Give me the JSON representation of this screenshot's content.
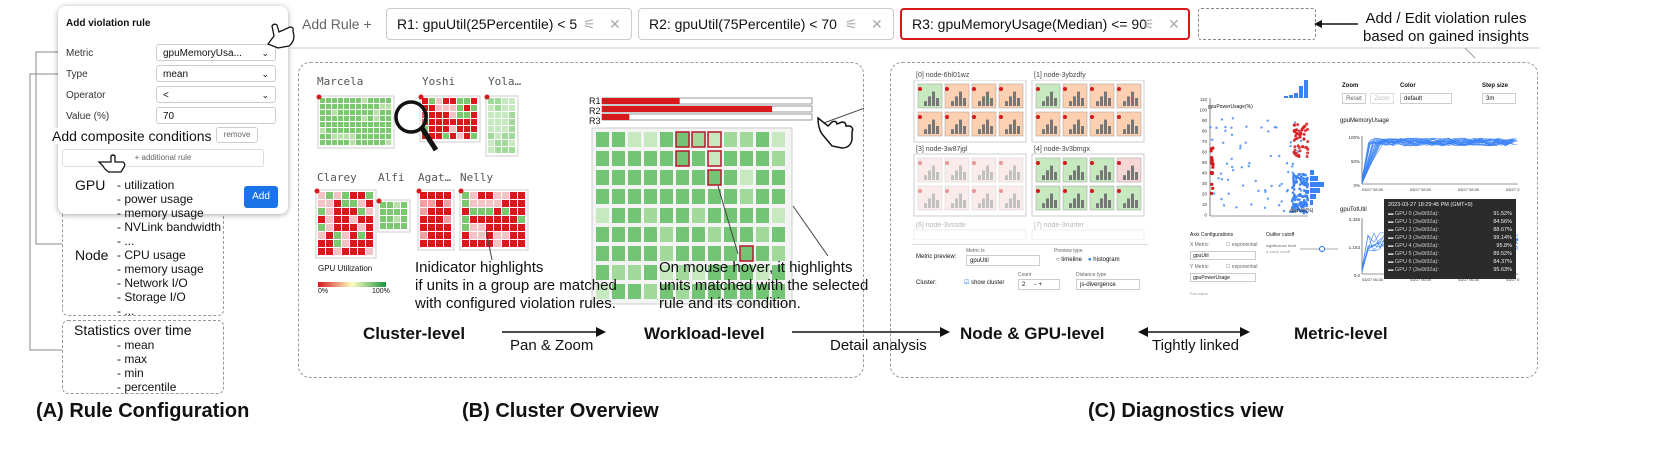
{
  "rule_dialog": {
    "title": "Add violation rule",
    "metric_label": "Metric",
    "metric_value": "gpuMemoryUsa...",
    "type_label": "Type",
    "type_value": "mean",
    "operator_label": "Operator",
    "operator_value": "<",
    "value_label": "Value (%)",
    "value_value": "70",
    "remove_label": "remove",
    "additional_rule": "+ additional rule",
    "add_button": "Add"
  },
  "composite_label": "Add composite conditions",
  "gpu_box": {
    "title": "GPU",
    "items": [
      "- utilization",
      "- power usage",
      "- memory usage",
      "- NVLink bandwidth",
      "- ..."
    ]
  },
  "node_box": {
    "title": "Node",
    "items": [
      "- CPU usage",
      "- memory usage",
      "- Network I/O",
      "- Storage I/O",
      "- ..."
    ]
  },
  "stats_box": {
    "title": "Statistics over time",
    "items": [
      "- mean",
      "- max",
      "- min",
      "- percentile"
    ]
  },
  "section_a": "(A) Rule Configuration",
  "section_b": "(B) Cluster Overview",
  "section_c": "(C) Diagnostics view",
  "toolbar": {
    "add_rule": "Add Rule +",
    "rules": [
      "R1: gpuUtil(25Percentile) < 5",
      "R2: gpuUtil(75Percentile) < 70",
      "R3: gpuMemoryUsage(Median) <= 90"
    ]
  },
  "annotation_add_edit": "Add / Edit violation rules based on gained insights",
  "cluster": {
    "groups": [
      "Marcela",
      "Yoshi",
      "Yola…",
      "Clarey",
      "Alfi",
      "Agat…",
      "Nelly"
    ],
    "legend_title": "GPU Utilization",
    "legend_min": "0%",
    "legend_max": "100%"
  },
  "workload": {
    "bars": [
      "R1",
      "R2",
      "R3"
    ],
    "bar_fill": [
      0.37,
      0.81,
      0.13
    ]
  },
  "note_indicator": [
    "Inidicator highlights",
    "if units in a group are matched",
    "with configured violation rules."
  ],
  "note_hover": [
    "On mouse hover, it highlights",
    "units matched with the selected",
    "rule and its condition."
  ],
  "levels": {
    "cluster": "Cluster-level",
    "workload": "Workload-level",
    "node_gpu": "Node & GPU-level",
    "metric": "Metric-level"
  },
  "transitions": {
    "pan_zoom": "Pan & Zoom",
    "detail": "Detail analysis",
    "linked": "Tightly linked"
  },
  "nodes": [
    "[0] node-6hl01wz",
    "[1] node-3ybzdfy",
    "[3] node-3w87jgl",
    "[4] node-3v3bmgx",
    "[6] node-3vssde",
    "[7] node-3runfer"
  ],
  "node_controls": {
    "metric_preview": "Metric preview:",
    "metric_is": "Metric is",
    "metric_value": "gpuUtil",
    "preview_type": "Preview type",
    "timeline": "timeline",
    "histogram": "histogram",
    "cluster": "Cluster:",
    "show_cluster": "show cluster",
    "count_label": "Count",
    "count_value": "2",
    "distance": "Distance type",
    "distance_value": "js-divergence"
  },
  "scatter": {
    "ylabel": "gpuPowerUsage(%)",
    "xlabel": "gpuUtil(%)",
    "yticks": [
      "110",
      "100",
      "90",
      "80",
      "70",
      "60",
      "50",
      "40",
      "30",
      "20",
      "10",
      "0"
    ],
    "axis_config": "Axis Configurations",
    "x_metric": "X Metric:",
    "x_value": "gpuUtil",
    "y_metric": "Y Metric:",
    "y_value": "gpuPowerUsage",
    "exponential": "exponential",
    "outlier": "Outlier cutoff",
    "significance": "significance level",
    "outlier_caption": "p-value cutoff",
    "footnote": "Fan-value"
  },
  "metric_panel": {
    "zoom": "Zoom",
    "reset": "Reset",
    "zoom_btn": "Zoom",
    "color": "Color",
    "color_value": "default",
    "step": "Step size",
    "step_value": "3m",
    "chart1_title": "gpuMemoryUsage",
    "chart1_yticks": [
      "100%",
      "50%",
      "0%"
    ],
    "chart1_xticks": [
      "03/27 06:30",
      "03/27 06:00",
      "03/27 06:30",
      "03/27 07:00"
    ],
    "chart2_title": "gpuTotUtil",
    "chart2_yticks": [
      "2.326",
      "1.163",
      "0.0"
    ],
    "chart2_xticks": [
      "03/27 06:30",
      "03/27 06:00",
      "03/27 06:30",
      "03/27 07:00"
    ],
    "tooltip_time": "2023-03-27 18:29:45 PM (GMT+9)",
    "tooltip_rows": [
      [
        "GPU 0 (3w9i92a):",
        "91.52%"
      ],
      [
        "GPU 1 (3w9i92a):",
        "84.56%"
      ],
      [
        "GPU 2 (3w9i92a):",
        "88.67%"
      ],
      [
        "GPU 3 (3w9i92a):",
        "99.14%"
      ],
      [
        "GPU 4 (3w9i92a):",
        "95.8%"
      ],
      [
        "GPU 5 (3w9i92a):",
        "89.52%"
      ],
      [
        "GPU 6 (3w9i92a):",
        "84.37%"
      ],
      [
        "GPU 7 (3w9i92a):",
        "95.63%"
      ]
    ]
  },
  "colors": {
    "red": "#d7191c",
    "green": "#7bc96f",
    "blue": "#3b82f6",
    "pale_green": "#c7e9c0"
  }
}
